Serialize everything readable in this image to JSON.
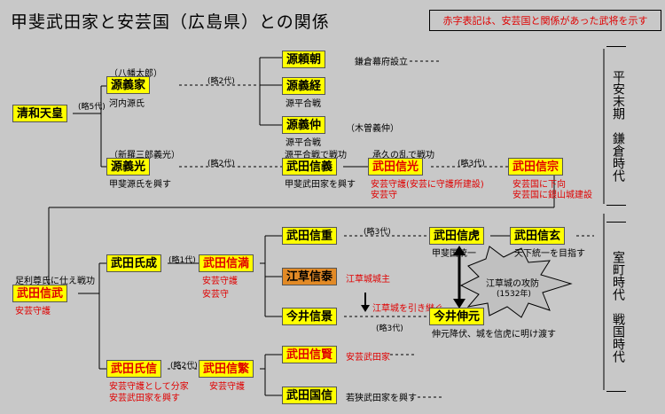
{
  "title": "甲斐武田家と安芸国（広島県）との関係",
  "notice": "赤字表記は、安芸国と関係があった武将を示す",
  "eras": {
    "top": "平安末期　鎌倉時代",
    "bottom": "室町時代　戦国時代"
  },
  "nodes": {
    "seiwa": {
      "label": "清和天皇"
    },
    "yoshiie": {
      "label": "源義家",
      "above": "（八幡太郎）",
      "below": "河内源氏"
    },
    "yoritomo": {
      "label": "源頼朝",
      "side": "鎌倉幕府設立"
    },
    "yoshitsune": {
      "label": "源義経",
      "below": "源平合戦"
    },
    "yoshinaka": {
      "label": "源義仲",
      "side": "（木曽義仲）",
      "below": "源平合戦"
    },
    "yoshimitsu": {
      "label": "源義光",
      "above": "（新羅三郎義光）",
      "below": "甲斐源氏を興す"
    },
    "nobuyoshi": {
      "label": "武田信義",
      "above": "源平合戦で戦功",
      "below": "甲斐武田家を興す"
    },
    "nobumitsu": {
      "label": "武田信光",
      "above": "承久の乱で戦功",
      "below1": "安芸守護(安芸に守護所建設)",
      "below2": "安芸守"
    },
    "nobumune": {
      "label": "武田信宗",
      "below1": "安芸国に下向",
      "below2": "安芸国に銀山城建設"
    },
    "nobutake": {
      "label": "武田信武",
      "above": "足利尊氏に仕え戦功",
      "below": "安芸守護"
    },
    "ujinari": {
      "label": "武田氏成"
    },
    "nobumitsu2": {
      "label": "武田信満",
      "below1": "安芸守護",
      "below2": "安芸守"
    },
    "nobushige": {
      "label": "武田信重"
    },
    "nobutora": {
      "label": "武田信虎",
      "below": "甲斐国統一"
    },
    "shingen": {
      "label": "武田信玄",
      "below": "天下統一を目指す"
    },
    "egusa": {
      "label": "江草信泰",
      "side": "江草城城主"
    },
    "nobukage": {
      "label": "今井信景"
    },
    "nobumoto": {
      "label": "今井伸元",
      "below": "伸元降伏、城を信虎に明け渡す"
    },
    "ujinobu": {
      "label": "武田氏信",
      "below1": "安芸守護として分家",
      "below2": "安芸武田家を興す"
    },
    "nobushige2": {
      "label": "武田信繁",
      "below": "安芸守護"
    },
    "nobukata": {
      "label": "武田信賢",
      "side": "安芸武田家"
    },
    "kuninobu": {
      "label": "武田国信",
      "side": "若狭武田家を興す"
    }
  },
  "generations": {
    "seiwa_yoshiie": "(略5代)",
    "yoshiie_right": "(略2代)",
    "yoshimitsu_right": "(略2代)",
    "nobumitsu_right": "(略3代)",
    "ujinari_right": "(略1代)",
    "nobushige_right": "(略3代)",
    "nobukage_right": "(略3代)",
    "ujinobu_right": "(略2代)"
  },
  "events": {
    "inherit": "江草城を引き継ぐ",
    "siege": "江草城の攻防",
    "siege_year": "(1532年)"
  },
  "colors": {
    "box": "#ffff00",
    "box_orange": "#e28a26",
    "red": "#e00000",
    "background": "#c8c8c8"
  }
}
